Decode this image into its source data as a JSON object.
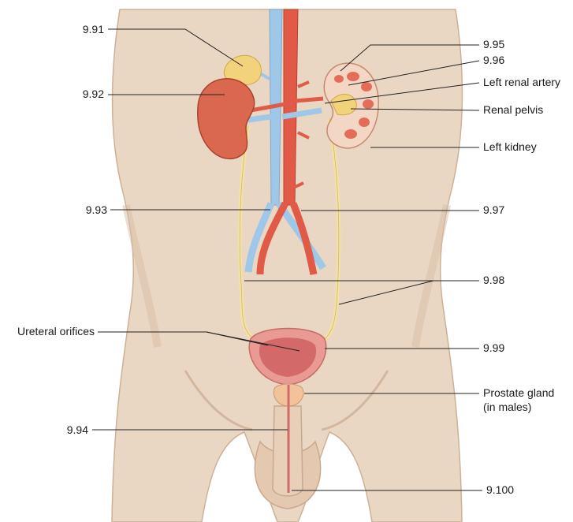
{
  "labels": {
    "l991": "9.91",
    "l992": "9.92",
    "l993": "9.93",
    "ureteral_orifices": "Ureteral orifices",
    "l994": "9.94",
    "l995": "9.95",
    "l996": "9.96",
    "left_renal_artery": "Left renal artery",
    "renal_pelvis": "Renal pelvis",
    "left_kidney": "Left kidney",
    "l997": "9.97",
    "l998": "9.98",
    "l999": "9.99",
    "prostate_line1": "Prostate gland",
    "prostate_line2": "(in males)",
    "l9100": "9.100"
  },
  "colors": {
    "skin": "#ead7c3",
    "skin_shadow": "#d7bea6",
    "kidney": "#d9684f",
    "adrenal": "#f2d27a",
    "artery": "#e05a47",
    "vein": "#9fc7e8",
    "ureter": "#f3e2a4",
    "bladder": "#e99a92",
    "line": "#222222"
  }
}
